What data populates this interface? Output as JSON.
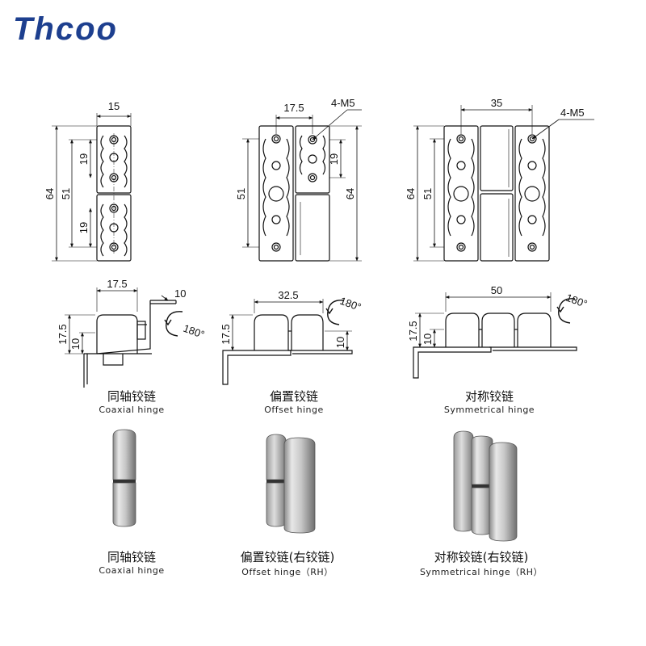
{
  "brand": {
    "logo_text": "Thcoo",
    "color": "#1d3f8f"
  },
  "views": [
    {
      "id": "coaxial",
      "dims": {
        "width": "15",
        "height_total": "64",
        "height_inner": "51",
        "pitch_top": "19",
        "pitch_bottom": "19",
        "side_width": "17.5",
        "side_depth": "10",
        "side_height": "17.5",
        "rotation": "180°"
      },
      "caption_cn": "同轴铰链",
      "caption_en": "Coaxial hinge"
    },
    {
      "id": "offset",
      "dims": {
        "hole_spacing": "17.5",
        "hole_spec": "4-M5",
        "height_inner": "51",
        "height_total": "64",
        "pitch": "19",
        "side_width": "32.5",
        "side_height": "17.5",
        "side_depth": "10",
        "rotation": "180°"
      },
      "caption_cn": "偏置铰链",
      "caption_en": "Offset hinge"
    },
    {
      "id": "symmetrical",
      "dims": {
        "width": "35",
        "hole_spec": "4-M5",
        "height_total": "64",
        "height_inner": "51",
        "side_width": "50",
        "side_height": "17.5",
        "side_depth": "10",
        "rotation": "180°"
      },
      "caption_cn": "对称铰链",
      "caption_en": "Symmetrical hinge"
    }
  ],
  "renders": [
    {
      "caption_cn": "同轴铰链",
      "caption_en": "Coaxial hinge"
    },
    {
      "caption_cn": "偏置铰链(右铰链)",
      "caption_en": "Offset hinge（RH）"
    },
    {
      "caption_cn": "对称铰链(右铰链)",
      "caption_en": "Symmetrical hinge（RH）"
    }
  ]
}
